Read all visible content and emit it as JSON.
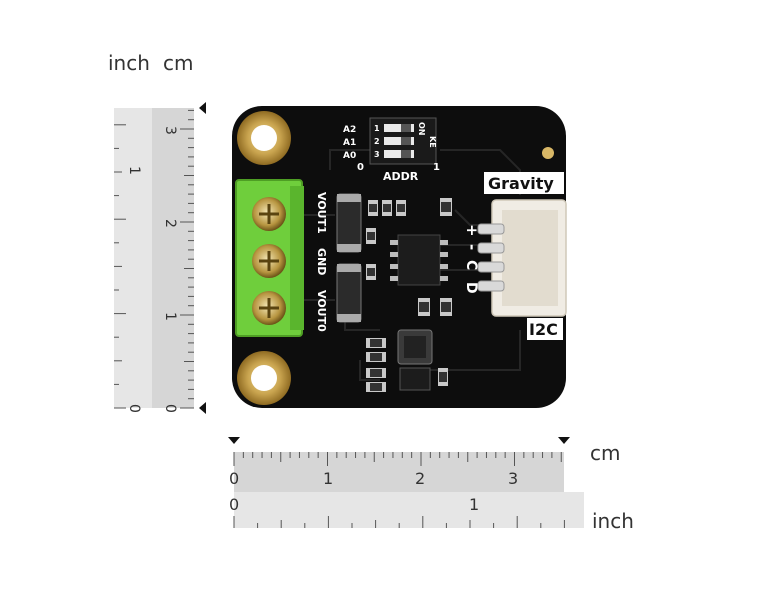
{
  "rulers": {
    "vertical": {
      "unit_inch": "inch",
      "unit_cm": "cm",
      "cm_ticks": [
        "3",
        "2",
        "1",
        "0"
      ],
      "inch_ticks": [
        "1",
        "0"
      ]
    },
    "horizontal": {
      "unit_cm": "cm",
      "unit_inch": "inch",
      "cm_ticks": [
        "0",
        "1",
        "2",
        "3"
      ],
      "inch_ticks": [
        "0",
        "1"
      ]
    }
  },
  "board": {
    "dip_labels": [
      "A2",
      "A1",
      "A0"
    ],
    "dip_numbers": [
      "1",
      "2",
      "3"
    ],
    "dip_on": "ON",
    "dip_ke": "KE",
    "addr_zero": "0",
    "addr_one": "1",
    "addr_label": "ADDR",
    "terminals": [
      "VOUT1",
      "GND",
      "VOUT0"
    ],
    "gravity_label": "Gravity",
    "i2c_label": "I2C",
    "pins": [
      "+",
      "-",
      "C",
      "D"
    ]
  },
  "colors": {
    "pcb": "#0d0d0d",
    "terminal": "#6fce3c",
    "gold": "#c9a44f",
    "connector": "#f0ece4",
    "ruler": "#d9d9d9"
  }
}
